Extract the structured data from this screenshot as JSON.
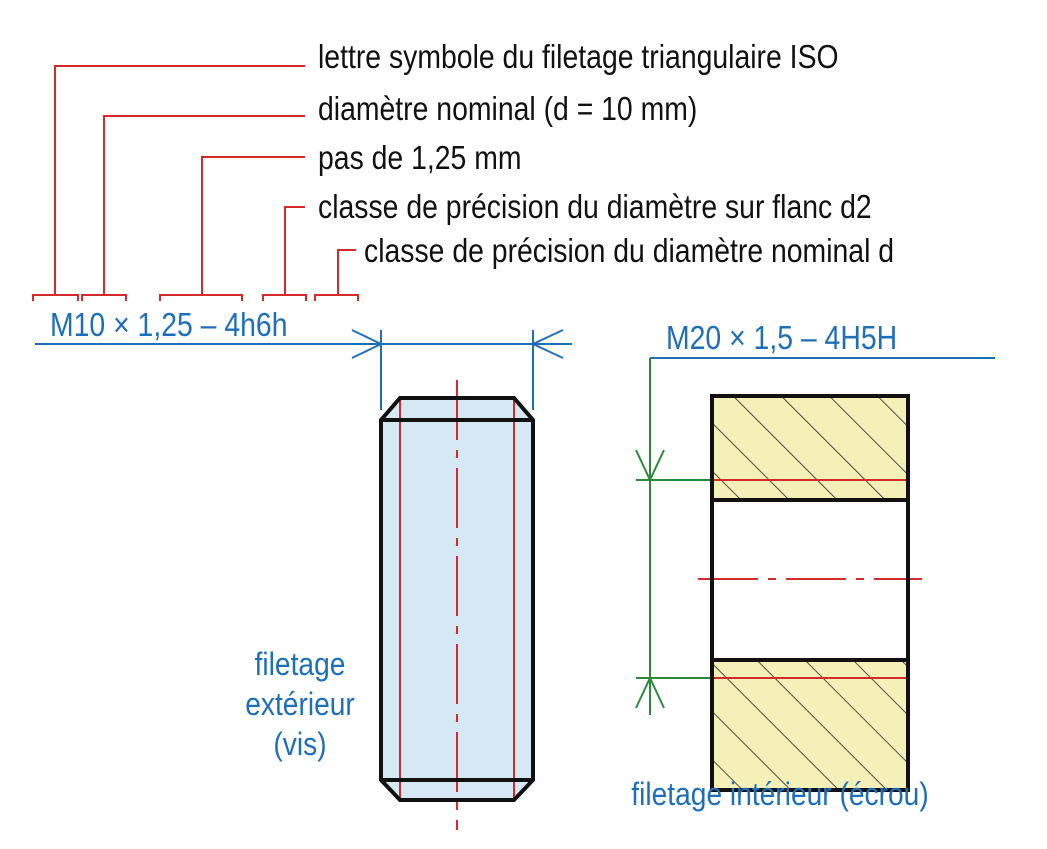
{
  "annotations": [
    {
      "id": "letter",
      "text": "lettre symbole du filetage triangulaire ISO"
    },
    {
      "id": "nominal-diameter",
      "text": "diamètre nominal (d = 10 mm)"
    },
    {
      "id": "pitch",
      "text": "pas de 1,25 mm"
    },
    {
      "id": "flank-class",
      "text": "classe de précision du diamètre sur flanc d2"
    },
    {
      "id": "nominal-class",
      "text": "classe de précision du diamètre nominal d"
    }
  ],
  "screw": {
    "designation": "M10 × 1,25 – 4h6h",
    "caption_lines": [
      "filetage",
      "extérieur",
      "(vis)"
    ]
  },
  "nut": {
    "designation": "M20 × 1,5 – 4H5H",
    "caption": "filetage intérieur (écrou)"
  },
  "colors": {
    "annotation_line": "#d42a2a",
    "dimension_blue": "#1f6fb8",
    "dimension_green": "#2a8a3a",
    "screw_fill": "#d6e8f4",
    "nut_fill": "#f5f0b8",
    "outline": "#111111"
  }
}
